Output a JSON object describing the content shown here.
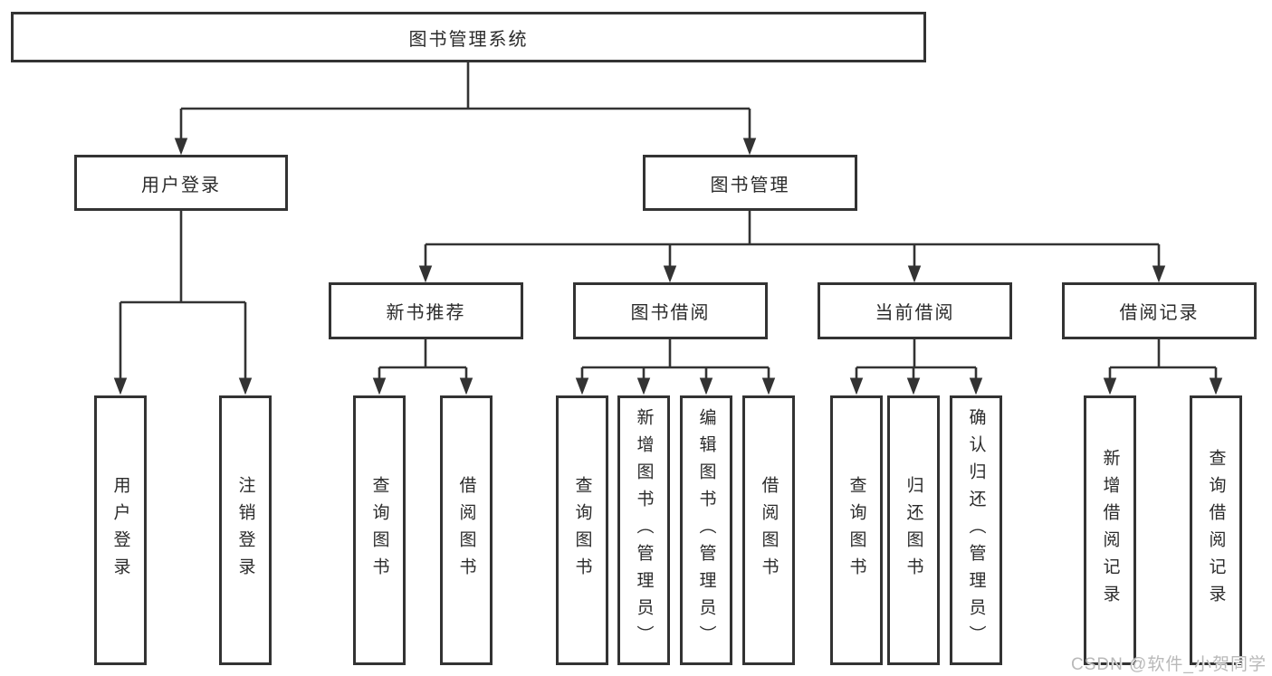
{
  "tree": {
    "root": {
      "label": "图书管理系统"
    },
    "branches": [
      {
        "label": "用户登录",
        "children": [
          {
            "label": "用户登录"
          },
          {
            "label": "注销登录"
          }
        ]
      },
      {
        "label": "图书管理",
        "children": [
          {
            "label": "新书推荐",
            "children": [
              {
                "label": "查询图书"
              },
              {
                "label": "借阅图书"
              }
            ]
          },
          {
            "label": "图书借阅",
            "children": [
              {
                "label": "查询图书"
              },
              {
                "label": "新增图书（管理员）"
              },
              {
                "label": "编辑图书（管理员）"
              },
              {
                "label": "借阅图书"
              }
            ]
          },
          {
            "label": "当前借阅",
            "children": [
              {
                "label": "查询图书"
              },
              {
                "label": "归还图书"
              },
              {
                "label": "确认归还（管理员）"
              }
            ]
          },
          {
            "label": "借阅记录",
            "children": [
              {
                "label": "新增借阅记录"
              },
              {
                "label": "查询借阅记录"
              }
            ]
          }
        ]
      }
    ]
  },
  "watermark": {
    "text": "CSDN @软件_小贺同学"
  },
  "colors": {
    "line": "#333333",
    "text": "#2b2b2b",
    "watermark": "#b9b9b9"
  }
}
